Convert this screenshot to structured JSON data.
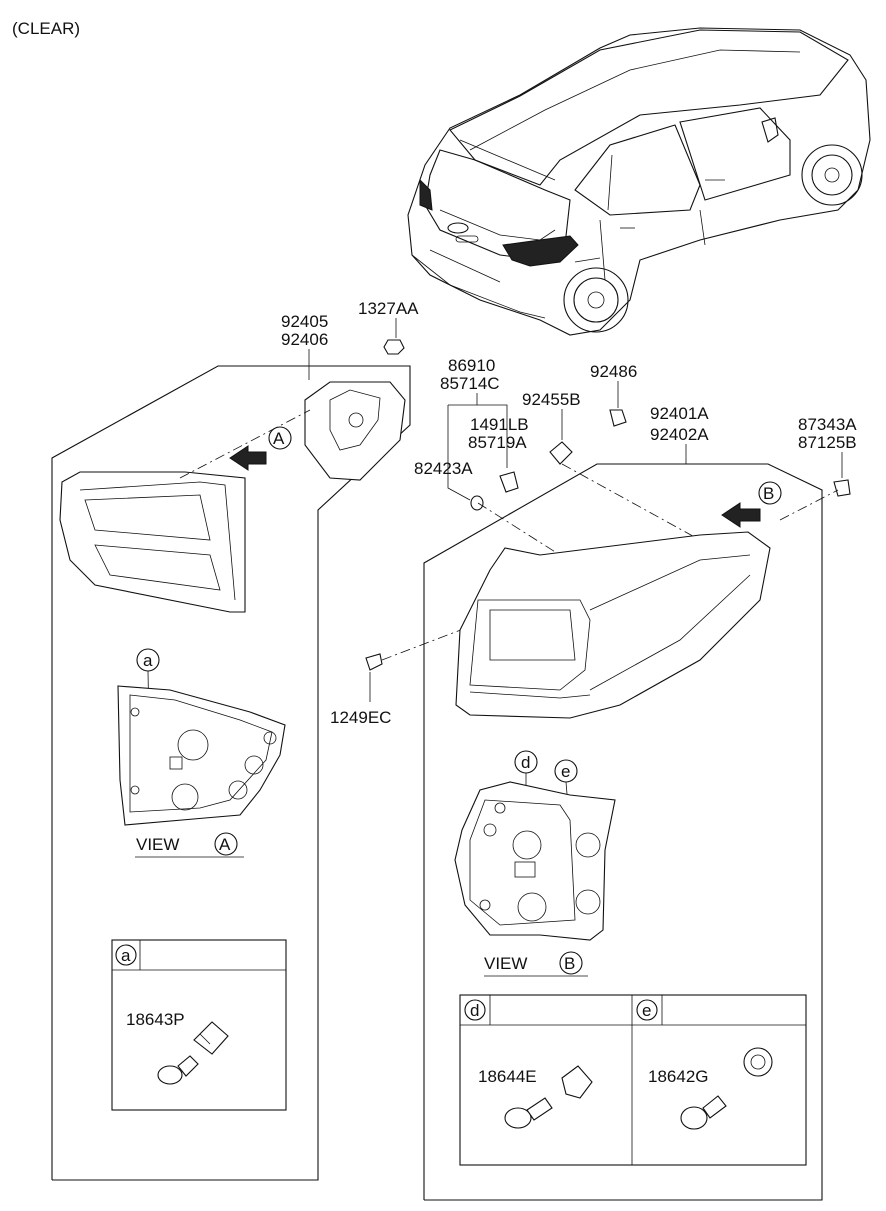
{
  "header": {
    "variant": "(CLEAR)"
  },
  "parts": {
    "p92405": "92405",
    "p92406": "92406",
    "p1327AA": "1327AA",
    "p86910": "86910",
    "p85714C": "85714C",
    "p92486": "92486",
    "p1491LB": "1491LB",
    "p92455B": "92455B",
    "p85719A": "85719A",
    "p82423A": "82423A",
    "p92401A": "92401A",
    "p92402A": "92402A",
    "p87343A": "87343A",
    "p87125B": "87125B",
    "p1249EC": "1249EC",
    "p18643P": "18643P",
    "p18644E": "18644E",
    "p18642G": "18642G"
  },
  "callouts": {
    "a": "a",
    "b": "B",
    "A": "A",
    "d": "d",
    "e": "e"
  },
  "views": {
    "viewA": "VIEW",
    "viewB": "VIEW"
  }
}
